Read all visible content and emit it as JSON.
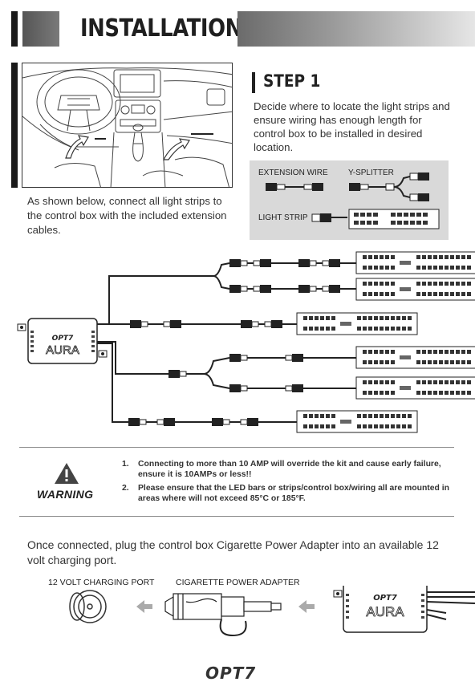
{
  "header": {
    "title": "INSTALLATION"
  },
  "step": {
    "title": "STEP 1",
    "text": "Decide where to locate the light strips and ensure wiring has enough length for control box to be installed in desired location."
  },
  "legend": {
    "extension_wire": "EXTENSION WIRE",
    "y_splitter": "Y-SPLITTER",
    "light_strip": "LIGHT STRIP"
  },
  "intro": {
    "text": "As shown below, connect all light strips to the control box with the included extension cables."
  },
  "control_box": {
    "brand": "OPT7",
    "model": "AURA"
  },
  "warning": {
    "label": "WARNING",
    "items": [
      {
        "num": "1.",
        "text": "Connecting to more than 10 AMP will override the kit and cause early failure, ensure it is 10AMPs or less!!"
      },
      {
        "num": "2.",
        "text": "Please ensure that the LED bars or strips/control box/wiring all are mounted in areas where will not exceed 85°C or 185°F."
      }
    ]
  },
  "connect": {
    "text": "Once connected, plug the control box Cigarette Power Adapter into an available 12 volt charging port."
  },
  "captions": {
    "port": "12 VOLT CHARGING PORT",
    "adapter": "CIGARETTE POWER ADAPTER"
  },
  "footer": {
    "logo": "OPT7"
  }
}
